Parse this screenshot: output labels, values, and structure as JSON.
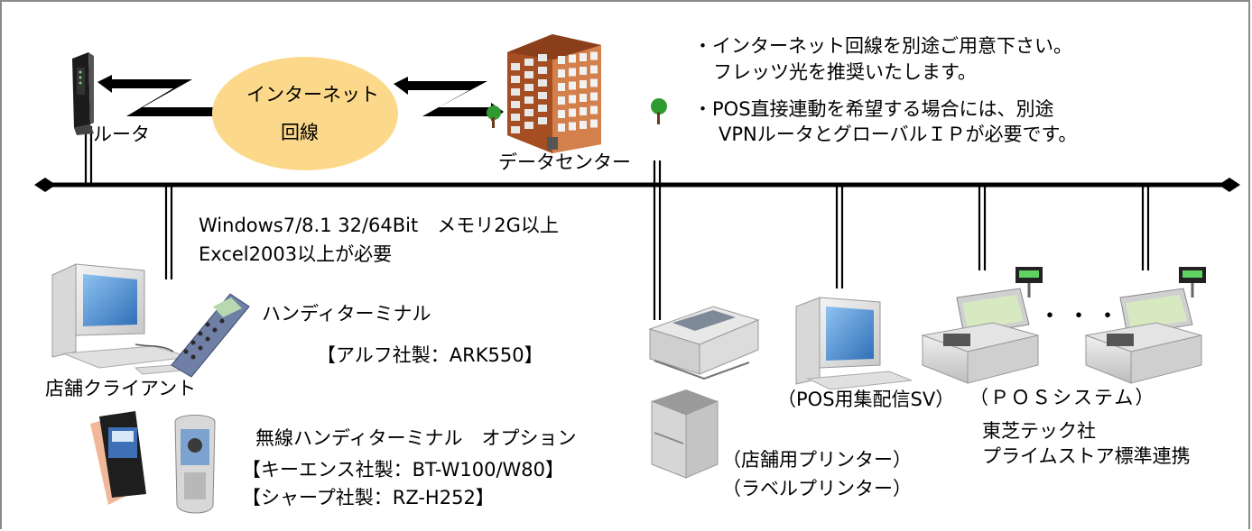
{
  "network": {
    "router_label": "ルータ",
    "internet_line_1": "インターネット",
    "internet_line_2": "回線",
    "datacenter_label": "データセンター"
  },
  "notes": {
    "note1_line1": "・インターネット回線を別途ご用意下さい。",
    "note1_line2": "フレッツ光を推奨いたします。",
    "note2_line1": "・POS直接連動を希望する場合には、別途",
    "note2_line2": "VPNルータとグローバルＩＰが必要です。"
  },
  "requirements": {
    "line1": "Windows7/8.1 32/64Bit　メモリ2G以上",
    "line2": "Excel2003以上が必要"
  },
  "client": {
    "label": "店舗クライアント",
    "handy_title": "ハンディターミナル",
    "handy_maker": "【アルフ社製：ARK550】"
  },
  "wireless": {
    "title": "無線ハンディターミナル　オプション",
    "option1": "【キーエンス社製：BT-W100/W80】",
    "option2": "【シャープ社製：RZ-H252】"
  },
  "printers": {
    "store_printer": "（店舗用プリンター）",
    "label_printer": "（ラベルプリンター）"
  },
  "pos_server": {
    "label": "（POS用集配信SV）"
  },
  "pos_system": {
    "label": "（ＰＯＳシステム）",
    "ellipsis": "・・・",
    "vendor": "東芝テック社",
    "integration": "プライムストア標準連携"
  },
  "colors": {
    "cloud_fill": "#fcd98a",
    "bus_line": "#000000",
    "building_brick": "#c86a3a",
    "monitor_screen": "#4a90d0",
    "tree_green": "#2f9a2f",
    "frame_border": "#8a8a8a"
  }
}
